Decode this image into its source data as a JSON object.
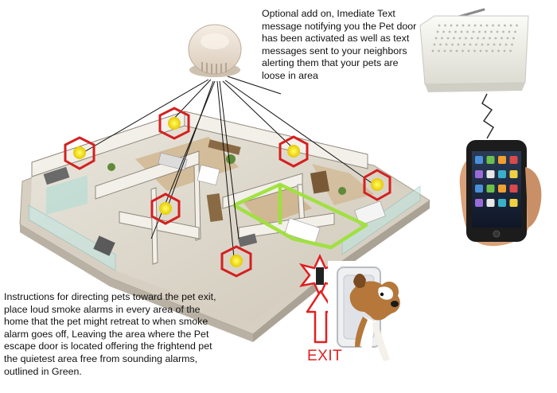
{
  "texts": {
    "optional_note": "Optional add on, Imediate Text message notifying you the Pet door has been activated as well as text messages sent to your neighbors alerting them that your pets are loose in area",
    "instructions": "Instructions for directing pets toward the pet exit, place loud smoke alarms in every area of the home that the pet might retreat to when smoke alarm goes off, Leaving the area where the Pet escape door is located offering the frightend pet the quietest area free from sounding alarms, outlined in Green.",
    "exit_label": "EXIT"
  },
  "colors": {
    "alarm_hexagon": "#d42020",
    "alarm_glow": "#f0e020",
    "quiet_zone_outline": "#9ee03a",
    "exit_marker": "#e02020",
    "background": "#ffffff"
  },
  "icons": {
    "smoke_detector": "smoke-detector-icon",
    "gsm_router": "router-icon",
    "phone": "smartphone-icon",
    "pet_door": "pet-door-icon",
    "dog": "dog-icon"
  }
}
